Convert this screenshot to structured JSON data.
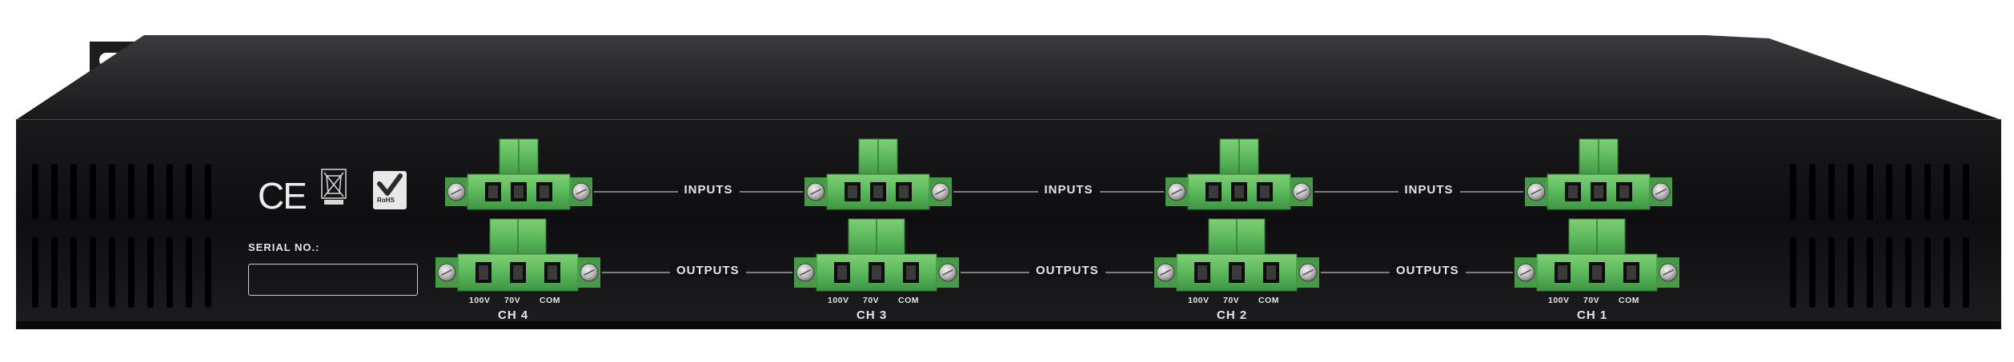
{
  "device": {
    "panel": "rear",
    "colors": {
      "chassis": "#101012",
      "chassis_top": "#2a2a2d",
      "connector_green": "#5cb85c",
      "connector_dark": "#2f7d34",
      "label": "#e6e6e6",
      "vent": "#000000"
    },
    "certifications": [
      {
        "name": "ce-mark",
        "text": "CE"
      },
      {
        "name": "weee-bin",
        "text": ""
      },
      {
        "name": "rohs",
        "text": "RoHS"
      }
    ],
    "serial_label": "SERIAL NO.:",
    "serial_value": "",
    "channels": [
      {
        "id": "ch4",
        "label": "CH 4",
        "input_label": "INPUTS",
        "output_label": "OUTPUTS",
        "terminals": [
          "100V",
          "70V",
          "COM"
        ]
      },
      {
        "id": "ch3",
        "label": "CH 3",
        "input_label": "INPUTS",
        "output_label": "OUTPUTS",
        "terminals": [
          "100V",
          "70V",
          "COM"
        ]
      },
      {
        "id": "ch2",
        "label": "CH 2",
        "input_label": "INPUTS",
        "output_label": "OUTPUTS",
        "terminals": [
          "100V",
          "70V",
          "COM"
        ]
      },
      {
        "id": "ch1",
        "label": "CH 1",
        "input_label": "INPUTS",
        "output_label": "OUTPUTS",
        "terminals": [
          "100V",
          "70V",
          "COM"
        ]
      }
    ]
  }
}
